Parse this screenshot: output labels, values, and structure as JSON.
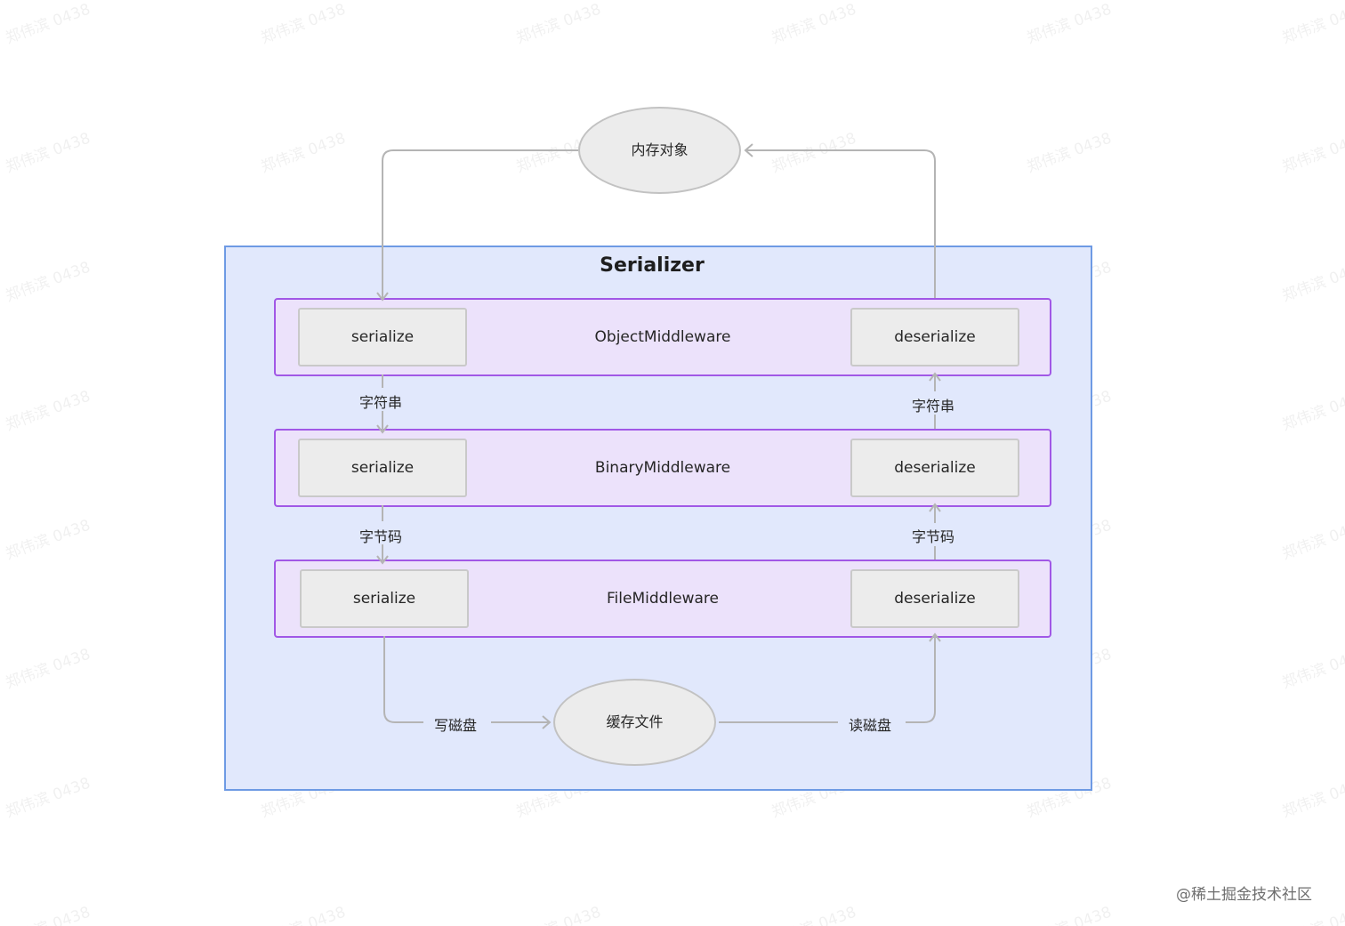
{
  "diagram": {
    "container_title": "Serializer",
    "top_node": "内存对象",
    "bottom_node": "缓存文件",
    "rows": [
      {
        "name": "ObjectMiddleware",
        "left": "serialize",
        "right": "deserialize"
      },
      {
        "name": "BinaryMiddleware",
        "left": "serialize",
        "right": "deserialize"
      },
      {
        "name": "FileMiddleware",
        "left": "serialize",
        "right": "deserialize"
      }
    ],
    "edge_labels": {
      "row1_to_row2_left": "字符串",
      "row2_to_row1_right": "字符串",
      "row2_to_row3_left": "字节码",
      "row3_to_row2_right": "字节码",
      "write_disk": "写磁盘",
      "read_disk": "读磁盘"
    }
  },
  "watermark_text": "郑伟滨 0438",
  "credit": "@稀土掘金技术社区",
  "colors": {
    "container_fill": "#e1e8fc",
    "container_border": "#6e9ae4",
    "row_fill": "#ece2fb",
    "row_border": "#a158e6",
    "node_fill": "#ececec",
    "node_border": "#c9c9c9",
    "edge": "#b4b4b4"
  }
}
